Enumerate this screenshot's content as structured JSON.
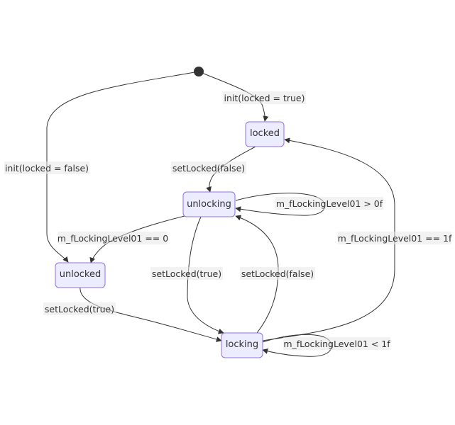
{
  "states": {
    "locked": "locked",
    "unlocking": "unlocking",
    "unlocked": "unlocked",
    "locking": "locking"
  },
  "transitions": {
    "init_locked_true": "init(locked = true)",
    "init_locked_false": "init(locked = false)",
    "locked_to_unlocking": "setLocked(false)",
    "unlocking_self": "m_fLockingLevel01 > 0f",
    "unlocking_to_unlocked": "m_fLockingLevel01 == 0",
    "unlocking_to_locking": "setLocked(true)",
    "locking_to_unlocking": "setLocked(false)",
    "locking_to_locked": "m_fLockingLevel01 == 1f",
    "unlocked_to_locking": "setLocked(true)",
    "locking_self": "m_fLockingLevel01 < 1f"
  },
  "colors": {
    "node_fill": "#ececff",
    "node_stroke": "#9370db",
    "edge": "#333333",
    "text": "#333333",
    "label_background": "#e8e8e8"
  }
}
